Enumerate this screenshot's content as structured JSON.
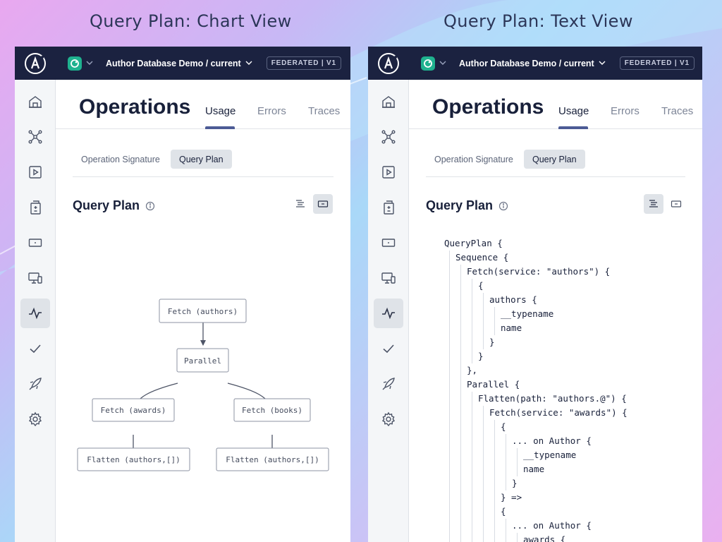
{
  "titles": {
    "left": "Query Plan: Chart View",
    "right": "Query Plan: Text View"
  },
  "app": {
    "graph_name": "Author Database Demo / current",
    "badge": "FEDERATED | V1",
    "page_title": "Operations",
    "tabs": [
      "Usage",
      "Errors",
      "Traces"
    ],
    "subtabs": [
      "Operation Signature",
      "Query Plan"
    ],
    "section_title": "Query Plan",
    "nav_icons": [
      "home-icon",
      "schema-icon",
      "explorer-icon",
      "changelog-icon",
      "checks-icon",
      "clients-icon",
      "operations-icon",
      "launches-icon",
      "deploy-icon",
      "settings-icon"
    ]
  },
  "chart": {
    "nodes": [
      "Fetch (authors)",
      "Parallel",
      "Fetch (awards)",
      "Fetch (books)",
      "Flatten (authors,[])",
      "Flatten (authors,[])"
    ]
  },
  "text_view": {
    "lines": [
      "QueryPlan {",
      "Sequence {",
      "Fetch(service: \"authors\") {",
      "{",
      "authors {",
      "__typename",
      "name",
      "}",
      "}",
      "},",
      "Parallel {",
      "Flatten(path: \"authors.@\") {",
      "Fetch(service: \"awards\") {",
      "{",
      "... on Author {",
      "__typename",
      "name",
      "}",
      "} =>",
      "{",
      "... on Author {",
      "awards {"
    ]
  },
  "colors": {
    "topbar": "#1b2240",
    "accent": "#4c5b95",
    "graph_icon": "#1fb28f"
  }
}
